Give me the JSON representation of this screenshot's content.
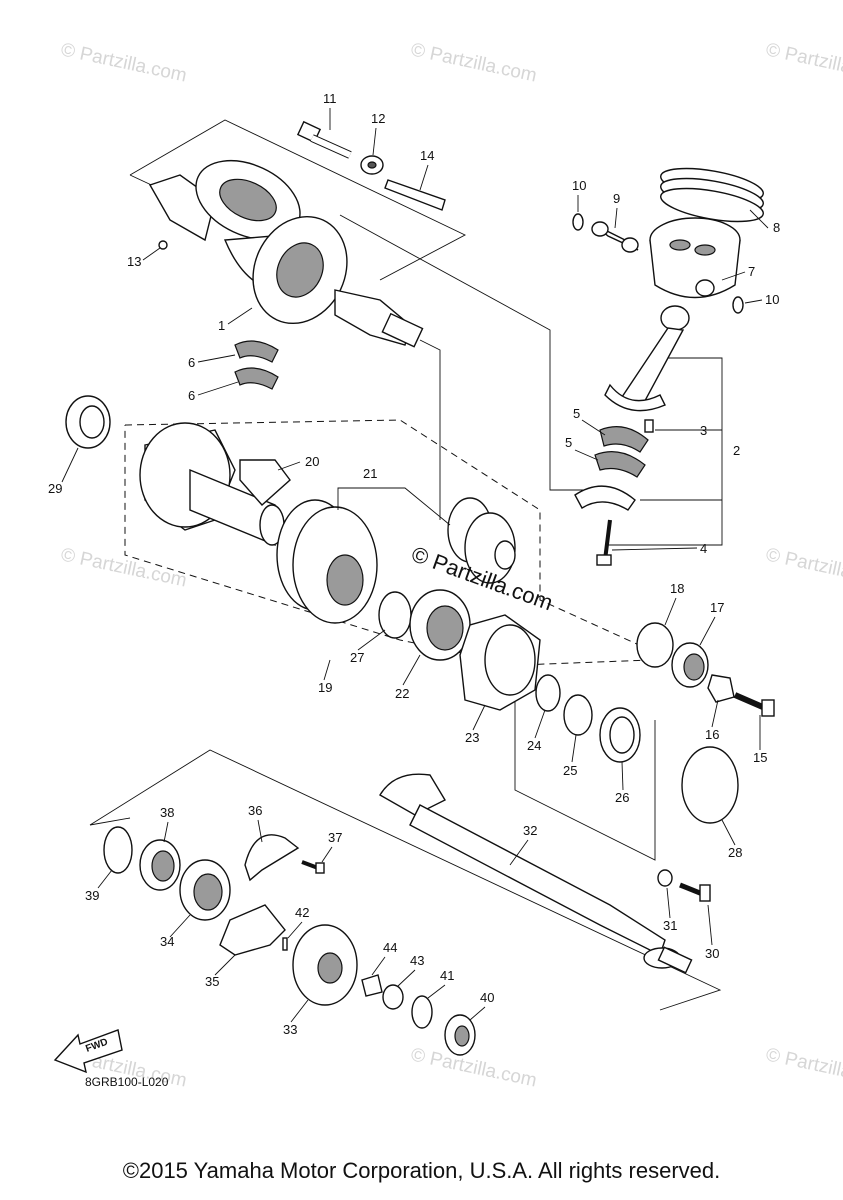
{
  "diagram": {
    "drawing_code": "8GRB100-L020",
    "copyright": "©2015 Yamaha Motor Corporation, U.S.A. All rights reserved.",
    "watermark": "© Partzilla.com",
    "watermark_center": "© Partzilla.com",
    "fwd_label": "FWD",
    "callouts": [
      "1",
      "2",
      "3",
      "4",
      "5",
      "5",
      "6",
      "6",
      "7",
      "8",
      "9",
      "10",
      "10",
      "11",
      "12",
      "13",
      "14",
      "15",
      "16",
      "17",
      "18",
      "19",
      "20",
      "21",
      "22",
      "23",
      "24",
      "25",
      "26",
      "27",
      "28",
      "29",
      "30",
      "31",
      "32",
      "33",
      "34",
      "35",
      "36",
      "37",
      "38",
      "39",
      "40",
      "41",
      "42",
      "43",
      "44"
    ]
  }
}
